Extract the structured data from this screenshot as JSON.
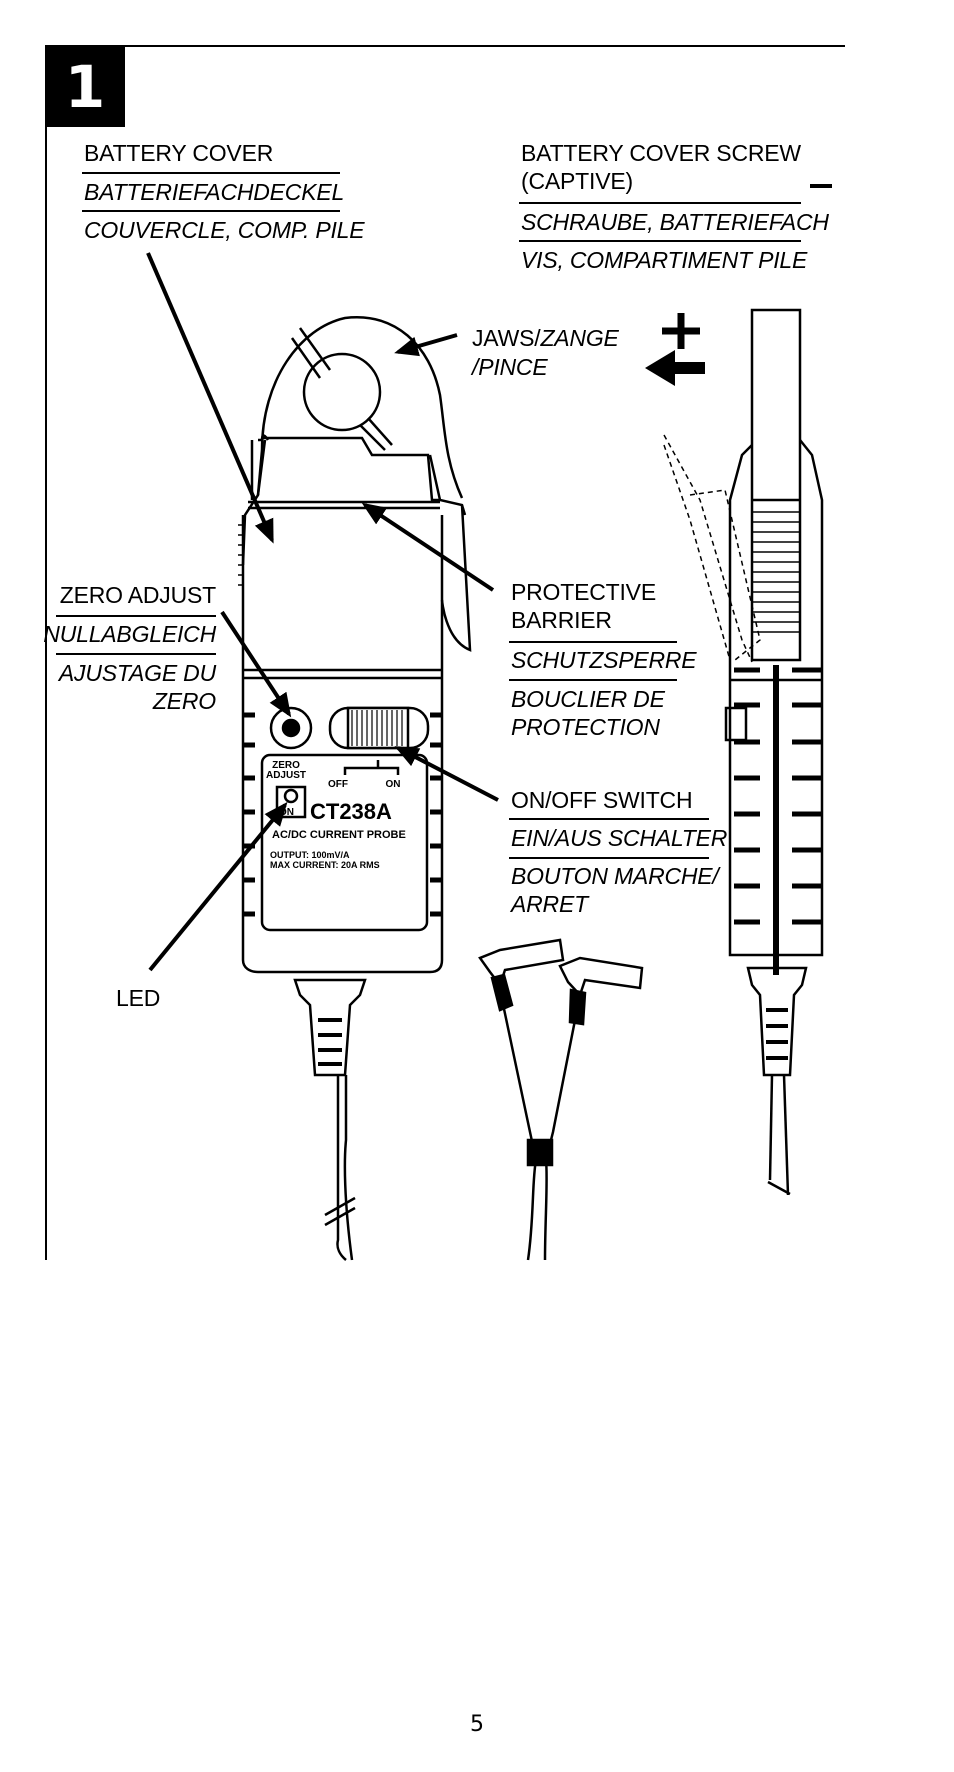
{
  "figure_number": "1",
  "labels": {
    "battery_cover": {
      "en": "BATTERY COVER",
      "de": "BATTERIEFACHDECKEL",
      "fr": "COUVERCLE, COMP. PILE"
    },
    "battery_screw": {
      "en_line1": "BATTERY COVER SCREW",
      "en_line2": "(CAPTIVE)",
      "de": "SCHRAUBE, BATTERIEFACH",
      "fr": "VIS, COMPARTIMENT PILE"
    },
    "jaws": {
      "en": "JAWS/",
      "de": "ZANGE",
      "fr": "/PINCE"
    },
    "zero_adjust": {
      "en": "ZERO ADJUST",
      "de": "NULLABGLEICH",
      "fr_line1": "AJUSTAGE DU",
      "fr_line2": "ZERO"
    },
    "protective_barrier": {
      "en_line1": "PROTECTIVE",
      "en_line2": "BARRIER",
      "de": "SCHUTZSPERRE",
      "fr_line1": "BOUCLIER DE",
      "fr_line2": "PROTECTION"
    },
    "on_off_switch": {
      "en": "ON/OFF SWITCH",
      "de": "EIN/AUS SCHALTER",
      "fr_line1": "BOUTON MARCHE/",
      "fr_line2": "ARRET"
    },
    "led": "LED"
  },
  "device_panel": {
    "zero": "ZERO",
    "adjust": "ADJUST",
    "off": "OFF",
    "on": "ON",
    "led_on": "ON",
    "model": "CT238A",
    "description": "AC/DC CURRENT PROBE",
    "output": "OUTPUT: 100mV/A",
    "max_current": "MAX CURRENT: 20A RMS"
  },
  "polarity": {
    "plus": "+",
    "minus": "–"
  },
  "page_number": "5"
}
